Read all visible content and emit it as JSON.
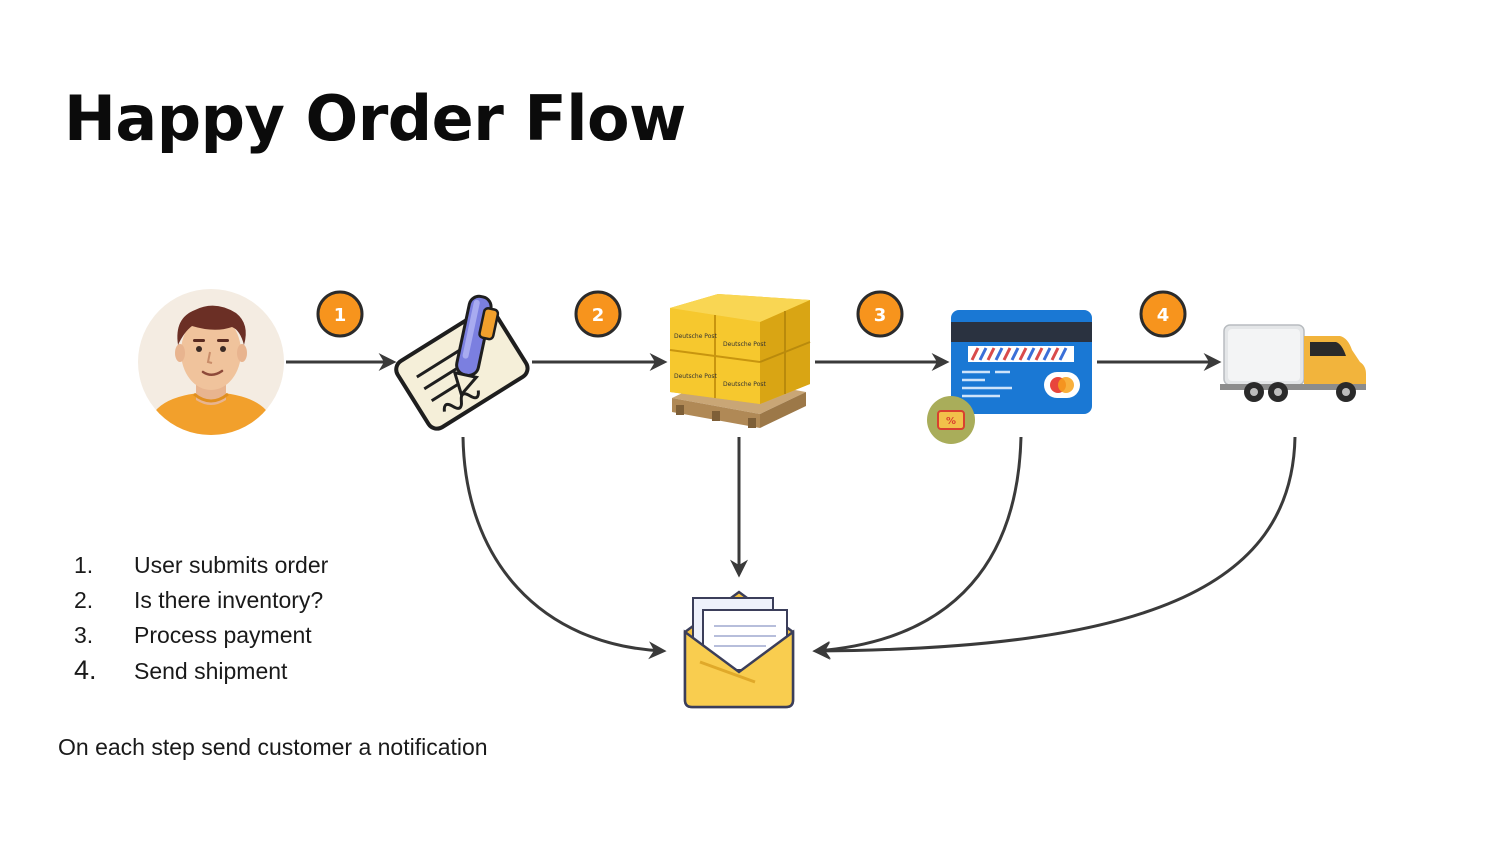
{
  "slide": {
    "title": "Happy Order Flow",
    "footnote": "On each step send customer a notification"
  },
  "steps": [
    {
      "number": "1.",
      "label": "User submits order"
    },
    {
      "number": "2.",
      "label": "Is there inventory?"
    },
    {
      "number": "3.",
      "label": "Process payment"
    },
    {
      "number": "4.",
      "label": "Send shipment"
    }
  ],
  "flow": {
    "badges": [
      "1",
      "2",
      "3",
      "4"
    ],
    "nodes": [
      {
        "name": "user-avatar-icon"
      },
      {
        "name": "signed-order-icon"
      },
      {
        "name": "inventory-pallet-icon"
      },
      {
        "name": "payment-card-icon"
      },
      {
        "name": "delivery-truck-icon"
      },
      {
        "name": "notification-envelope-icon"
      }
    ],
    "pallet_box_text": "Deutsche Post",
    "coupon_text": "%",
    "colors": {
      "badge": "#f7941d",
      "arrow": "#3a3a3a",
      "card": "#1a78d4",
      "box": "#f5c226",
      "envelope": "#f7c442"
    }
  }
}
